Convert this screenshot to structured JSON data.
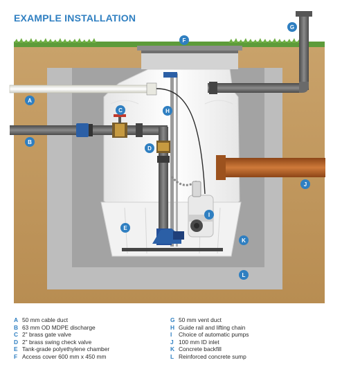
{
  "title": "EXAMPLE INSTALLATION",
  "colors": {
    "accent": "#2f7fc1",
    "soil": "#c8a066",
    "concrete": "#bdbdbd",
    "backfill": "#9e9e9e",
    "pipe_grey": "#6b6b6b",
    "inlet": "#b5652a"
  },
  "badges": {
    "a": "A",
    "b": "B",
    "c": "C",
    "d": "D",
    "e": "E",
    "f": "F",
    "g": "G",
    "h": "H",
    "i": "I",
    "j": "J",
    "k": "K",
    "l": "L"
  },
  "legend_left": [
    {
      "key": "A",
      "text": "50 mm cable duct"
    },
    {
      "key": "B",
      "text": "63 mm OD MDPE discharge"
    },
    {
      "key": "C",
      "text": "2\" brass gate valve"
    },
    {
      "key": "D",
      "text": "2\" brass swing check valve"
    },
    {
      "key": "E",
      "text": "Tank-grade polyethylene chamber"
    },
    {
      "key": "F",
      "text": "Access cover 600 mm x 450 mm"
    }
  ],
  "legend_right": [
    {
      "key": "G",
      "text": "50 mm vent duct"
    },
    {
      "key": "H",
      "text": "Guide rail and lifting chain"
    },
    {
      "key": "I",
      "text": "Choice of automatic pumps"
    },
    {
      "key": "J",
      "text": "100 mm ID inlet"
    },
    {
      "key": "K",
      "text": "Concrete backfill"
    },
    {
      "key": "L",
      "text": "Reinforced concrete sump"
    }
  ]
}
